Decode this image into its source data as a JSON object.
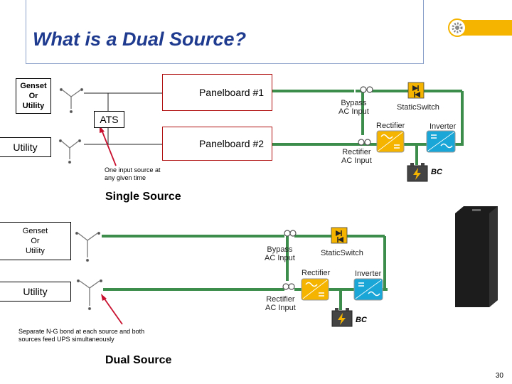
{
  "title": "What is a Dual Source?",
  "page_number": "30",
  "single": {
    "source1": [
      "Genset",
      "Or",
      "Utility"
    ],
    "source2": "Utility",
    "panel1": "Panelboard #1",
    "panel2": "Panelboard #2",
    "ats": "ATS",
    "note": [
      "One input source at",
      "any given time"
    ],
    "heading": "Single Source",
    "bypass": [
      "Bypass",
      "AC Input"
    ],
    "static_switch": "StaticSwitch",
    "rectifier": "Rectifier",
    "inverter": "Inverter",
    "rectifier_input": [
      "Rectifier",
      "AC Input"
    ],
    "bc": "BC"
  },
  "dual": {
    "source1": [
      "Genset",
      "Or",
      "Utility"
    ],
    "source2": "Utility",
    "note": [
      "Separate N-G bond at each source and both",
      "sources feed UPS simultaneously"
    ],
    "heading": "Dual Source",
    "bypass": [
      "Bypass",
      "AC Input"
    ],
    "static_switch": "StaticSwitch",
    "rectifier": "Rectifier",
    "inverter": "Inverter",
    "rectifier_input": [
      "Rectifier",
      "AC Input"
    ],
    "bc": "BC"
  },
  "colors": {
    "title": "#1f3b8f",
    "bus": "#3c8c4c",
    "panel_border": "#b01010",
    "arrow": "#c8102e",
    "rectifier_fill": "#f4b400",
    "inverter_fill": "#1aa6d6",
    "switch_fill": "#f4b400",
    "cabinet": "#1c1c1c"
  },
  "icons": [
    "gear-icon",
    "transformer-icon",
    "rectifier-icon",
    "inverter-icon",
    "battery-icon",
    "static-switch-icon",
    "breaker-icon",
    "ups-cabinet"
  ]
}
